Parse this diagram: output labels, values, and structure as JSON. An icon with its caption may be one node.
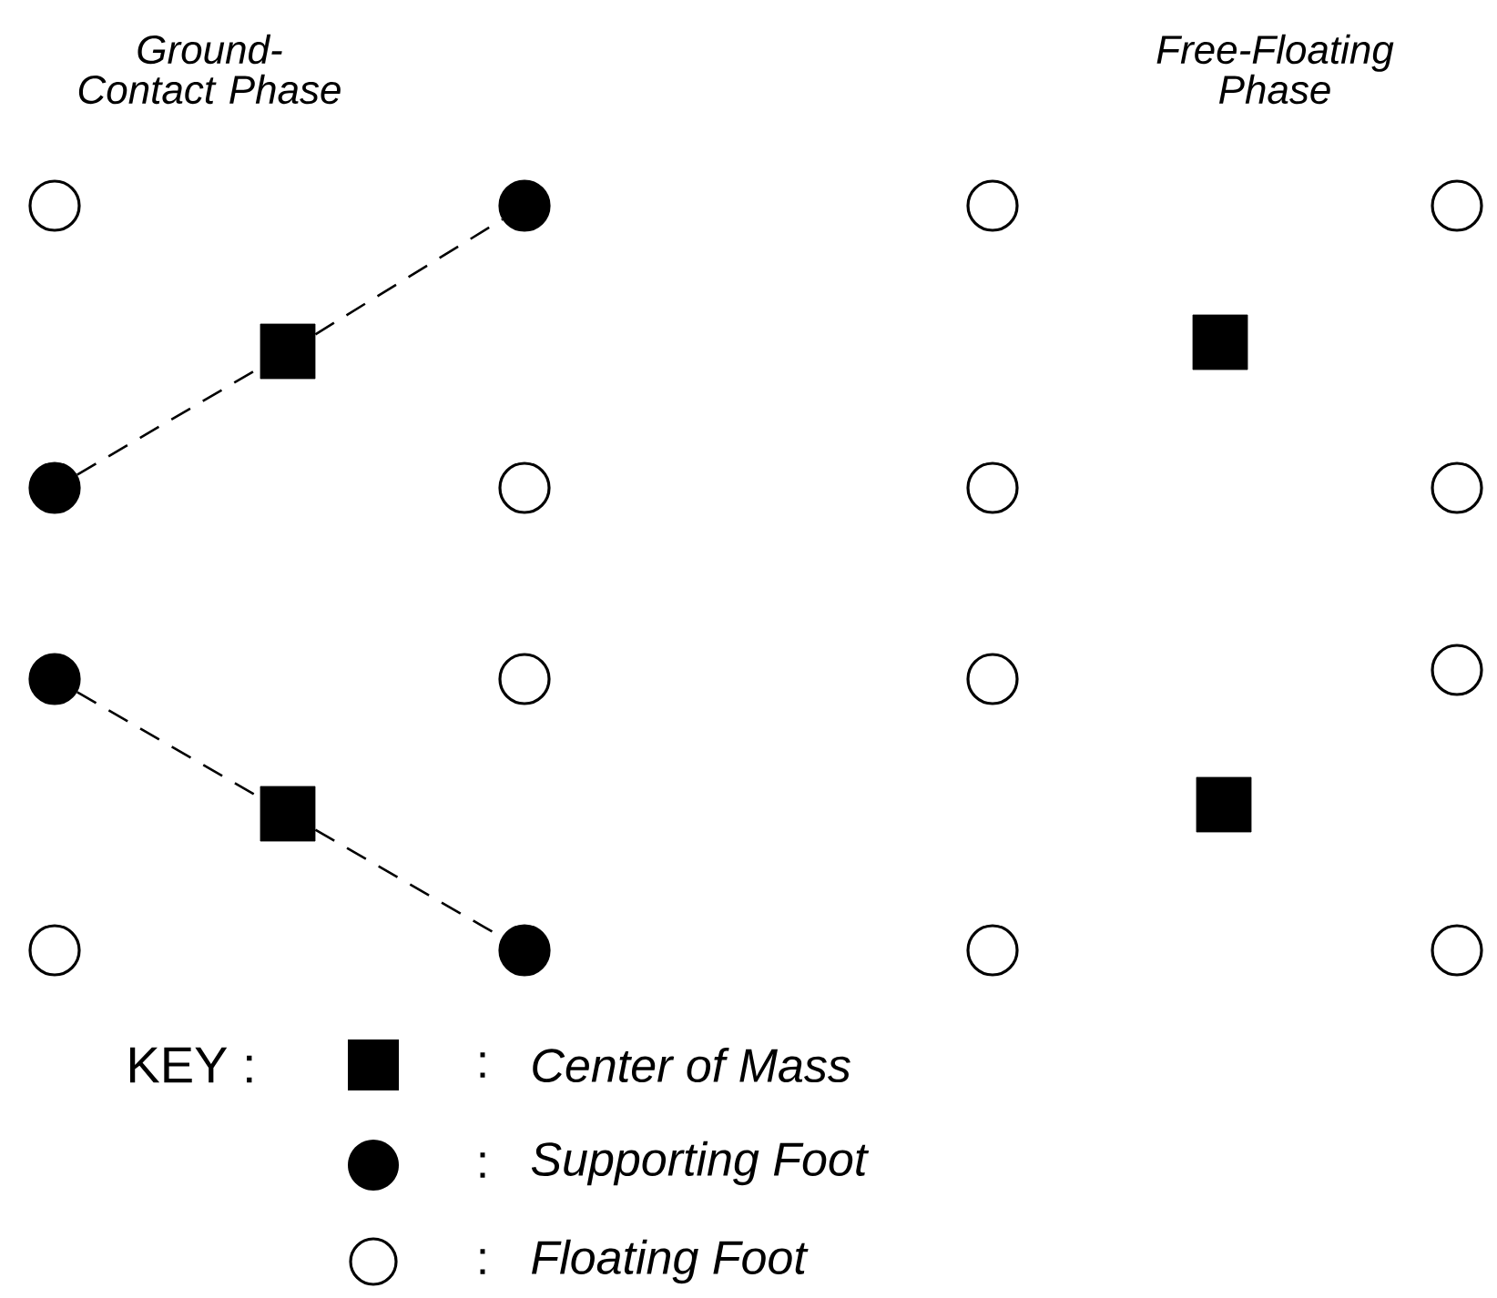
{
  "diagram": {
    "nodes": [
      {
        "text": [],
        "shape": "circle"
      },
      {
        "text": [],
        "shape": "dot"
      },
      {
        "text": [],
        "shape": "circle"
      },
      {
        "text": [],
        "shape": "circle"
      },
      {
        "text": [],
        "shape": "square"
      },
      {
        "text": [],
        "shape": "square"
      },
      {
        "text": [],
        "shape": "dot"
      },
      {
        "text": [],
        "shape": "circle"
      },
      {
        "text": [],
        "shape": "circle"
      },
      {
        "text": [],
        "shape": "circle"
      },
      {
        "text": [],
        "shape": "dot"
      },
      {
        "text": [],
        "shape": "circle"
      },
      {
        "text": [],
        "shape": "circle"
      },
      {
        "text": [],
        "shape": "circle"
      },
      {
        "text": [],
        "shape": "square"
      },
      {
        "text": [],
        "shape": "square"
      },
      {
        "text": [],
        "shape": "circle"
      },
      {
        "text": [],
        "shape": "dot"
      },
      {
        "text": [],
        "shape": "circle"
      },
      {
        "text": [],
        "shape": "circle"
      }
    ],
    "edges": [
      {
        "from": 6,
        "to": 4,
        "arrow": "none",
        "style": "dashed"
      },
      {
        "from": 4,
        "to": 1,
        "arrow": "none",
        "style": "dashed"
      },
      {
        "from": 10,
        "to": 14,
        "arrow": "none",
        "style": "dashed"
      },
      {
        "from": 14,
        "to": 17,
        "arrow": "none",
        "style": "dashed"
      }
    ],
    "labels": [
      "Ground-Contact Phase",
      "Free-Floating Phase",
      "KEY :",
      ":",
      ":",
      ":"
    ],
    "legend": [
      {
        "text": "Center of Mass"
      },
      {
        "text": "Supporting Foot"
      },
      {
        "text": "Floating Foot"
      }
    ]
  }
}
